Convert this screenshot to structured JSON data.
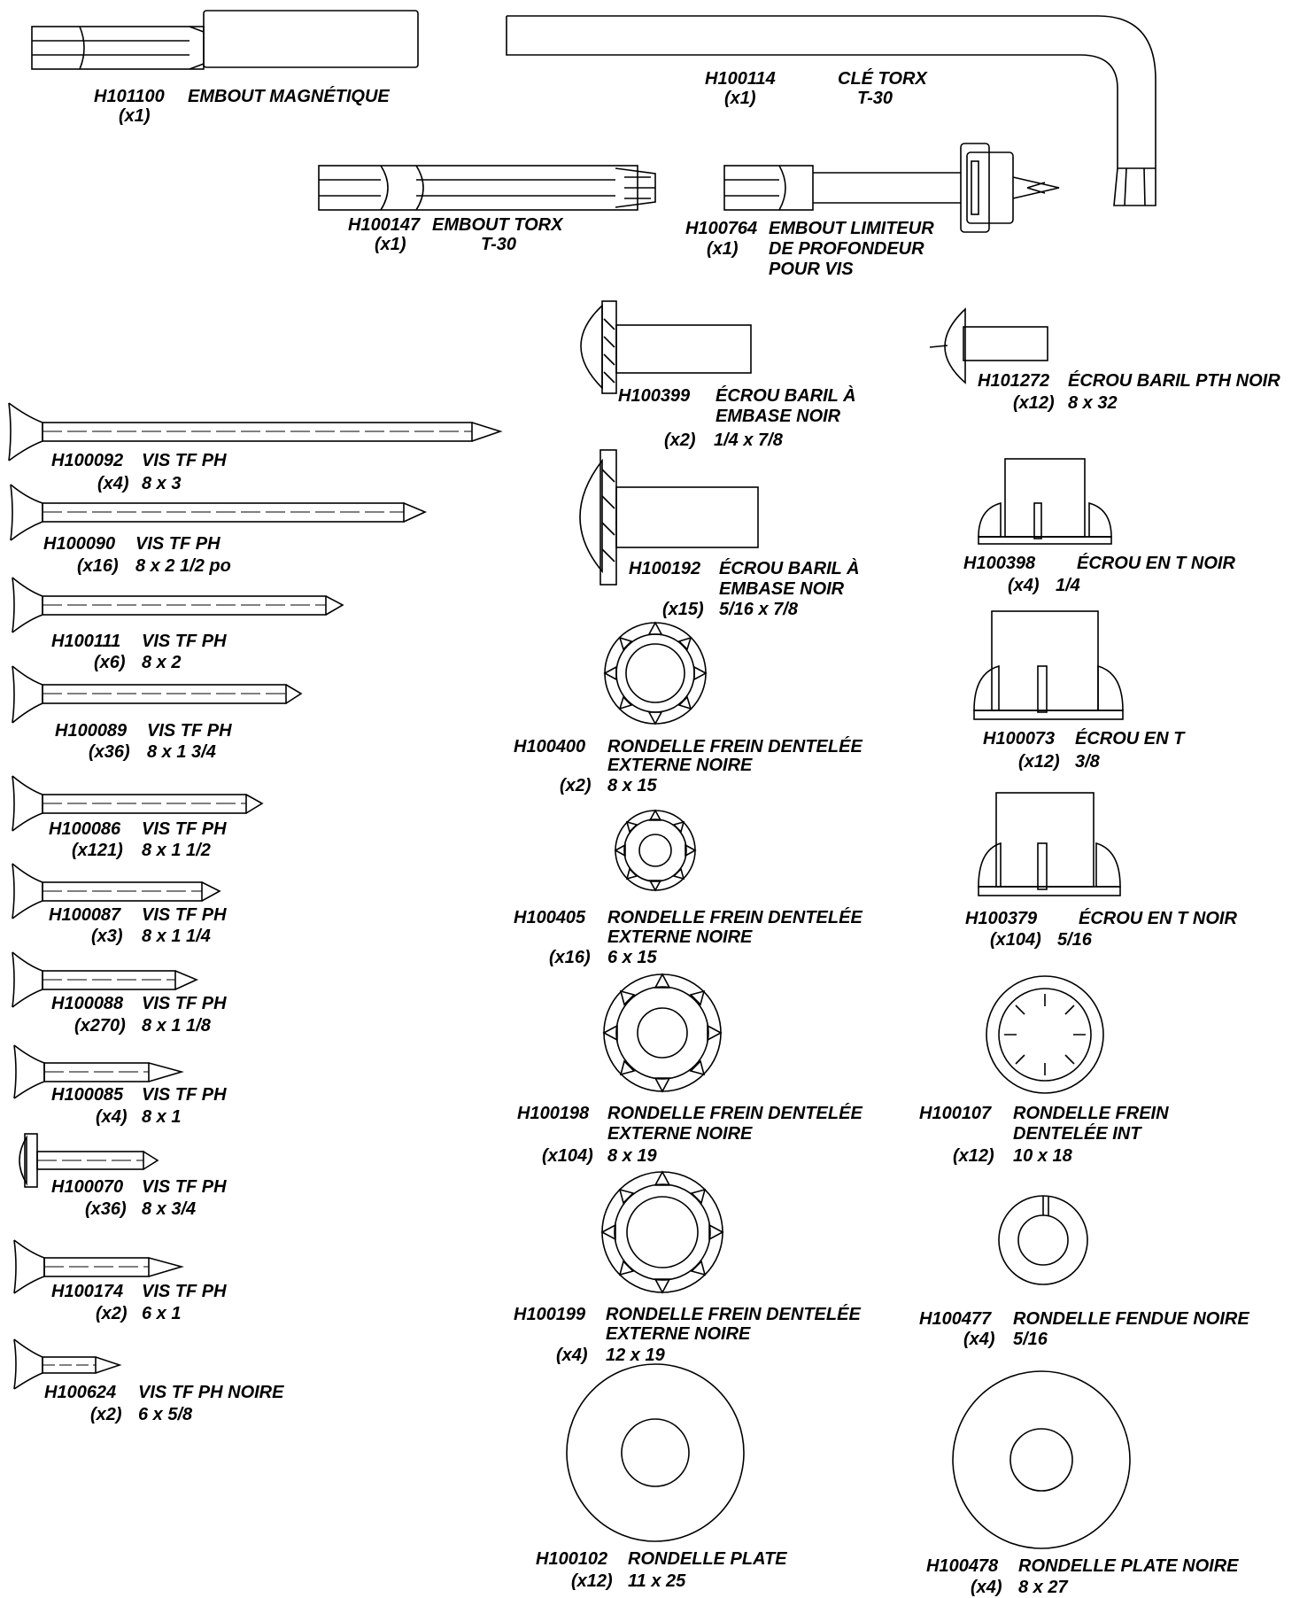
{
  "parts": [
    {
      "code": "H101100",
      "desc": "EMBOUT MAGNÉTIQUE",
      "qty": "(x1)",
      "size": ""
    },
    {
      "code": "H100114",
      "desc": "CLÉ TORX",
      "qty": "(x1)",
      "size": "T-30"
    },
    {
      "code": "H100147",
      "desc": "EMBOUT TORX",
      "qty": "(x1)",
      "size": "T-30"
    },
    {
      "code": "H100764",
      "desc": "EMBOUT LIMITEUR",
      "desc2": "DE PROFONDEUR",
      "desc3": "POUR VIS",
      "qty": "(x1)",
      "size": ""
    },
    {
      "code": "H100399",
      "desc": "ÉCROU BARIL À",
      "desc2": "EMBASE NOIR",
      "qty": "(x2)",
      "size": "1/4 x 7/8"
    },
    {
      "code": "H101272",
      "desc": "ÉCROU BARIL PTH NOIR",
      "qty": "(x12)",
      "size": "8 x 32"
    },
    {
      "code": "H100092",
      "desc": "VIS TF PH",
      "qty": "(x4)",
      "size": "8 x 3"
    },
    {
      "code": "H100090",
      "desc": "VIS TF PH",
      "qty": "(x16)",
      "size": "8 x 2 1/2 po"
    },
    {
      "code": "H100192",
      "desc": "ÉCROU BARIL À",
      "desc2": "EMBASE NOIR",
      "qty": "(x15)",
      "size": "5/16 x 7/8"
    },
    {
      "code": "H100398",
      "desc": "ÉCROU EN T NOIR",
      "qty": "(x4)",
      "size": "1/4"
    },
    {
      "code": "H100111",
      "desc": "VIS TF PH",
      "qty": "(x6)",
      "size": "8 x 2"
    },
    {
      "code": "H100089",
      "desc": "VIS TF PH",
      "qty": "(x36)",
      "size": "8 x 1 3/4"
    },
    {
      "code": "H100400",
      "desc": "RONDELLE FREIN DENTELÉE",
      "desc2": "EXTERNE NOIRE",
      "qty": "(x2)",
      "size": "8 x 15"
    },
    {
      "code": "H100073",
      "desc": "ÉCROU EN T",
      "qty": "(x12)",
      "size": "3/8"
    },
    {
      "code": "H100086",
      "desc": "VIS TF PH",
      "qty": "(x121)",
      "size": "8 x 1 1/2"
    },
    {
      "code": "H100087",
      "desc": "VIS TF PH",
      "qty": "(x3)",
      "size": "8 x 1 1/4"
    },
    {
      "code": "H100405",
      "desc": "RONDELLE FREIN DENTELÉE",
      "desc2": "EXTERNE NOIRE",
      "qty": "(x16)",
      "size": "6 x 15"
    },
    {
      "code": "H100379",
      "desc": "ÉCROU EN T NOIR",
      "qty": "(x104)",
      "size": "5/16"
    },
    {
      "code": "H100088",
      "desc": "VIS TF PH",
      "qty": "(x270)",
      "size": "8 x 1 1/8"
    },
    {
      "code": "H100085",
      "desc": "VIS TF PH",
      "qty": "(x4)",
      "size": "8 x 1"
    },
    {
      "code": "H100198",
      "desc": "RONDELLE FREIN DENTELÉE",
      "desc2": "EXTERNE NOIRE",
      "qty": "(x104)",
      "size": "8 x 19"
    },
    {
      "code": "H100107",
      "desc": "RONDELLE FREIN",
      "desc2": "DENTELÉE INT",
      "qty": "(x12)",
      "size": "10 x 18"
    },
    {
      "code": "H100070",
      "desc": "VIS TF PH",
      "qty": "(x36)",
      "size": "8 x 3/4"
    },
    {
      "code": "H100174",
      "desc": "VIS TF PH",
      "qty": "(x2)",
      "size": "6 x 1"
    },
    {
      "code": "H100199",
      "desc": "RONDELLE FREIN DENTELÉE",
      "desc2": "EXTERNE NOIRE",
      "qty": "(x4)",
      "size": "12 x 19"
    },
    {
      "code": "H100477",
      "desc": "RONDELLE FENDUE NOIRE",
      "qty": "(x4)",
      "size": "5/16"
    },
    {
      "code": "H100624",
      "desc": "VIS TF PH NOIRE",
      "qty": "(x2)",
      "size": "6 x 5/8"
    },
    {
      "code": "H100102",
      "desc": "RONDELLE PLATE",
      "qty": "(x12)",
      "size": "11 x 25"
    },
    {
      "code": "H100478",
      "desc": "RONDELLE PLATE NOIRE",
      "qty": "(x4)",
      "size": "8 x 27"
    }
  ]
}
